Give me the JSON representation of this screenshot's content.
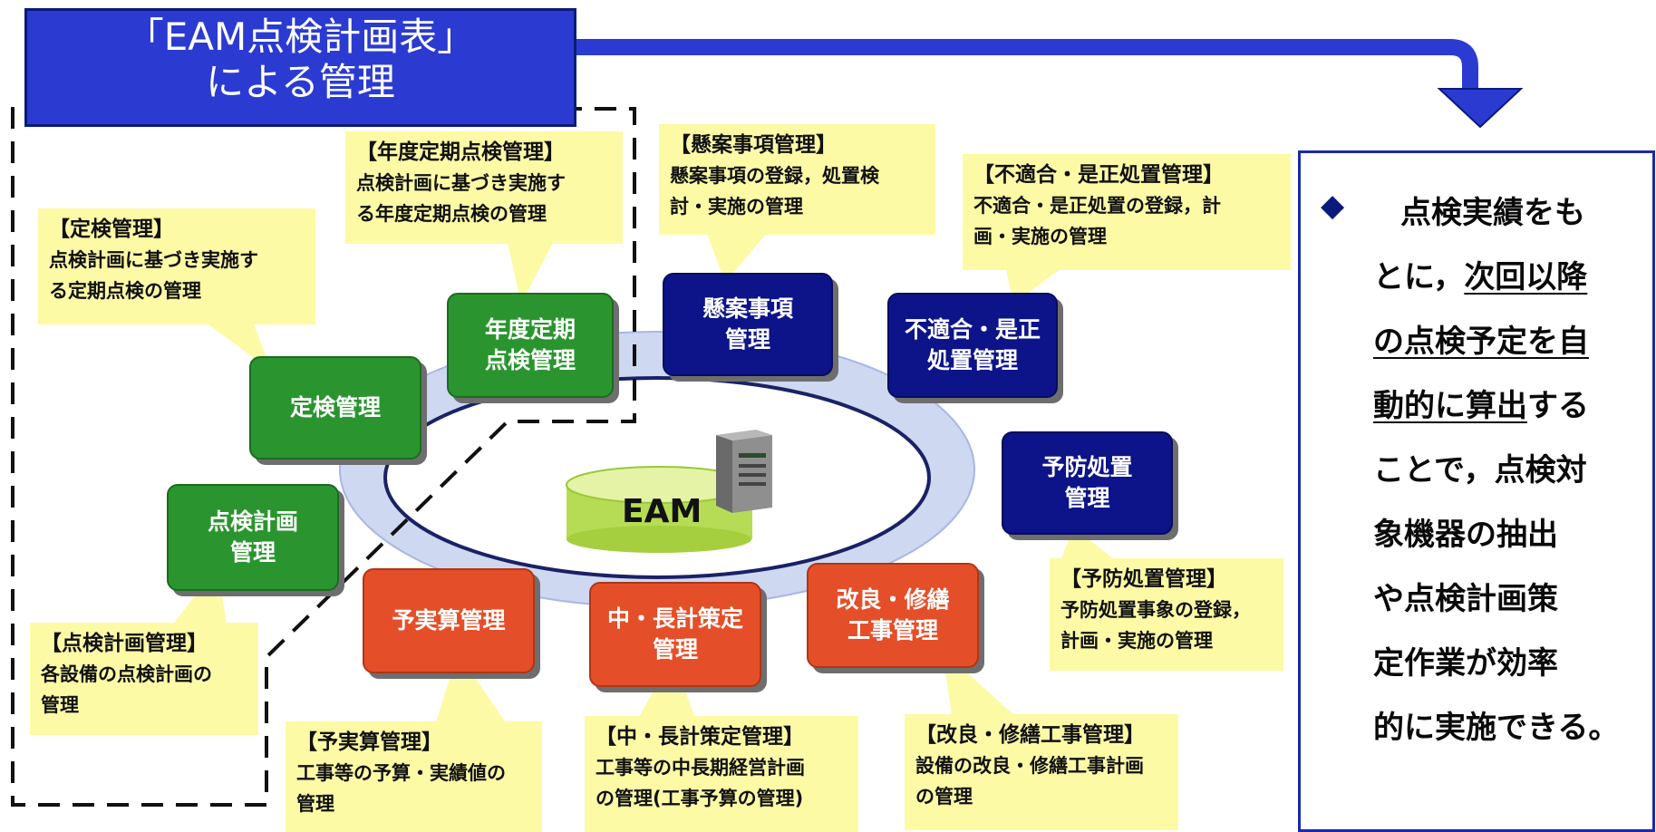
{
  "colors": {
    "title_bg": "#2b3bd1",
    "arrow": "#2b3bd1",
    "note_bg": "#fdfaa6",
    "ring": "#cfd8f1",
    "green_node": "#2a952f",
    "navy_node": "#0d1489",
    "red_node": "#e44f2a",
    "result_border": "#1a2aa8"
  },
  "title": {
    "line1": "「EAM点検計画表」",
    "line2": "による管理"
  },
  "center": {
    "label": "EAM",
    "icon": "server-icon"
  },
  "nodes": {
    "teiken": {
      "line1": "定検管理"
    },
    "nendo": {
      "line1": "年度定期",
      "line2": "点検管理"
    },
    "kenan": {
      "line1": "懸案事項",
      "line2": "管理"
    },
    "futekigo": {
      "line1": "不適合・是正",
      "line2": "処置管理"
    },
    "yobo": {
      "line1": "予防処置",
      "line2": "管理"
    },
    "tenken": {
      "line1": "点検計画",
      "line2": "管理"
    },
    "yojitsu": {
      "line1": "予実算管理"
    },
    "chucho": {
      "line1": "中・長計策定",
      "line2": "管理"
    },
    "kairyo": {
      "line1": "改良・修繕",
      "line2": "工事管理"
    }
  },
  "notes": {
    "teiken": {
      "title": "【定検管理】",
      "l1": "点検計画に基づき実施す",
      "l2": "る定期点検の管理"
    },
    "nendo": {
      "title": "【年度定期点検管理】",
      "l1": "点検計画に基づき実施す",
      "l2": "る年度定期点検の管理"
    },
    "kenan": {
      "title": "【懸案事項管理】",
      "l1": "懸案事項の登録，処置検",
      "l2": "討・実施の管理"
    },
    "futekigo": {
      "title": "【不適合・是正処置管理】",
      "l1": "不適合・是正処置の登録，計",
      "l2": "画・実施の管理"
    },
    "yobo": {
      "title": "【予防処置管理】",
      "l1": "予防処置事象の登録，",
      "l2": "計画・実施の管理"
    },
    "tenken": {
      "title": "【点検計画管理】",
      "l1": "各設備の点検計画の",
      "l2": "管理"
    },
    "yojitsu": {
      "title": "【予実算管理】",
      "l1": "工事等の予算・実績値の",
      "l2": "管理"
    },
    "chucho": {
      "title": "【中・長計策定管理】",
      "l1": "工事等の中長期経営計画",
      "l2": "の管理(工事予算の管理)"
    },
    "kairyo": {
      "title": "【改良・修繕工事管理】",
      "l1": "設備の改良・修繕工事計画",
      "l2": "の管理"
    }
  },
  "result": {
    "bullet": "◆",
    "l1": "点検実績をも",
    "l2a": "とに，",
    "l2b": "次回以降",
    "l3": "の点検予定を自",
    "l4a": "動的に算出",
    "l4b": "する",
    "l5": "ことで，点検対",
    "l6": "象機器の抽出",
    "l7": "や点検計画策",
    "l8": "定作業が効率",
    "l9": "的に実施できる。"
  }
}
